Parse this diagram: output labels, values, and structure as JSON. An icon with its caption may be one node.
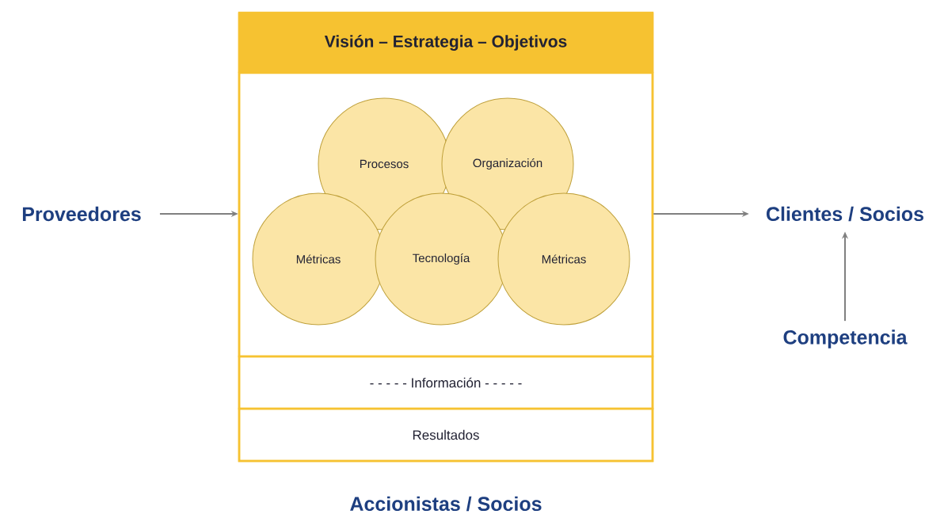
{
  "diagram": {
    "nodes": [
      {
        "text": [
          "Visión – Estrategia – Objetivos"
        ]
      },
      {
        "text": [],
        "shape": "box",
        "in": 0
      },
      {
        "text": [
          "Procesos"
        ],
        "in": 1
      },
      {
        "text": [
          "Organización"
        ],
        "in": 1
      },
      {
        "text": [
          "Métricas"
        ],
        "in": 1
      },
      {
        "text": [
          "Tecnología"
        ],
        "in": 1
      },
      {
        "text": [
          "Métricas"
        ],
        "in": 1
      },
      {
        "text": [
          "- - - - - Información - - - - -"
        ],
        "in": 0
      },
      {
        "text": [
          "Resultados"
        ],
        "in": 0
      },
      {
        "text": [
          "Proveedores"
        ]
      },
      {
        "text": [
          "Clientes / Socios"
        ]
      },
      {
        "text": [
          "Competencia"
        ]
      }
    ],
    "edges": [
      {
        "from": 9,
        "to": 0,
        "arrow": "to"
      },
      {
        "from": 0,
        "to": 10,
        "arrow": "to"
      },
      {
        "from": 11,
        "to": 10,
        "arrow": "to"
      }
    ],
    "labels": [
      "Accionistas / Socios"
    ]
  }
}
